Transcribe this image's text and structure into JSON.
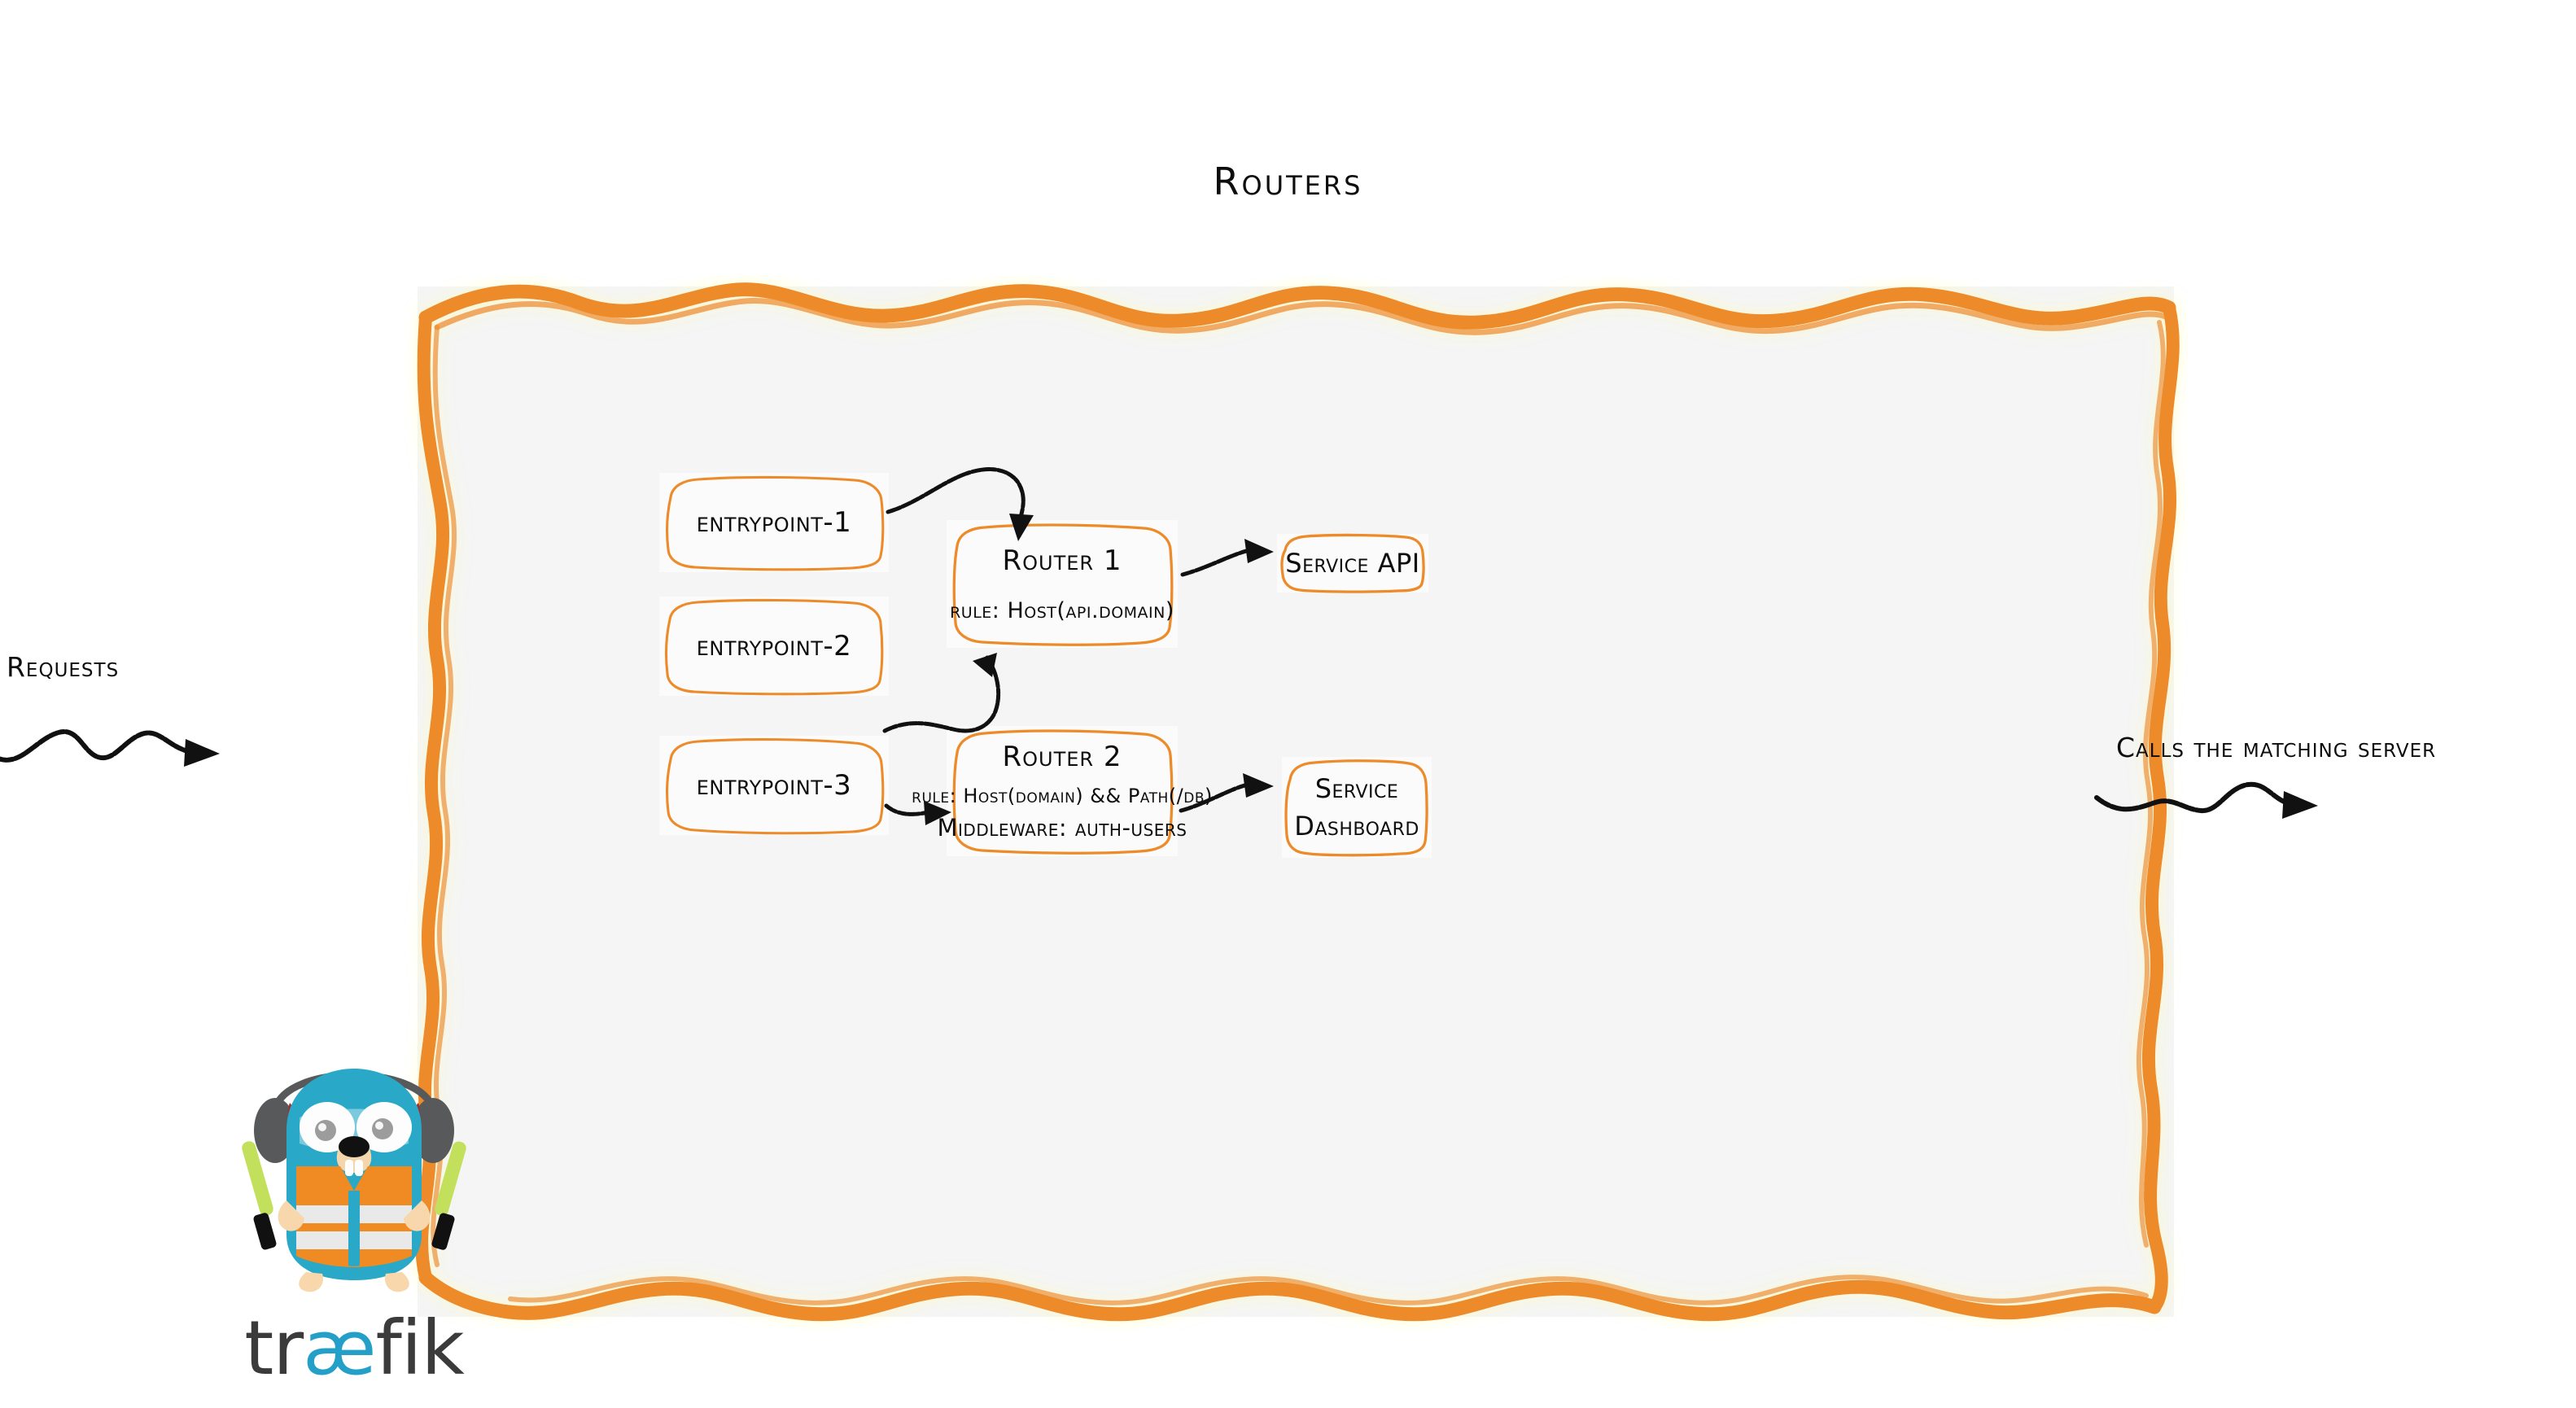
{
  "diagram": {
    "title": "Routers",
    "accent_color": "#ed8b2a",
    "container_fill": "#f5f5f5",
    "box_fill": "#fbfbfb",
    "text_color": "#0d0d0d"
  },
  "entrypoints": [
    {
      "label": "entrypoint-1",
      "name": "entrypoint-1-box"
    },
    {
      "label": "entrypoint-2",
      "name": "entrypoint-2-box"
    },
    {
      "label": "entrypoint-3",
      "name": "entrypoint-3-box"
    }
  ],
  "routers": [
    {
      "title": "Router 1",
      "rule": "rule: Host(api.domain)"
    },
    {
      "title": "Router 2",
      "rule": "rule: Host(domain) && Path(/db)",
      "middleware": "Middleware: auth-users"
    }
  ],
  "services": [
    {
      "label": "Service API"
    },
    {
      "label_line1": "Service",
      "label_line2": "Dashboard"
    }
  ],
  "captions": {
    "requests": "Requests",
    "calls": "Calls the matching server"
  },
  "logo": {
    "word_prefix": "tr",
    "word_ligature": "æ",
    "word_suffix": "fik",
    "body_color": "#29a8c8",
    "vest_color": "#ef8b22",
    "stripe_color": "#e9e9e9",
    "headphone_color": "#58595b",
    "headphone_accent": "#a32c2c",
    "wand_color": "#c3e05c",
    "ligature_color": "#24a0c8",
    "word_color": "#3b3b3b"
  }
}
